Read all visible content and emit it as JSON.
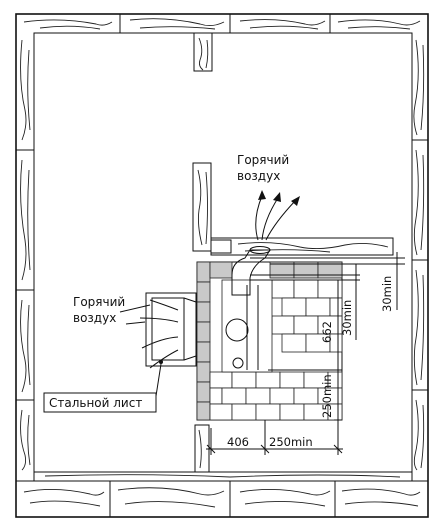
{
  "labels": {
    "hot_air_top_line1": "Горячий",
    "hot_air_top_line2": "воздух",
    "hot_air_left_line1": "Горячий",
    "hot_air_left_line2": "воздух",
    "steel_sheet": "Стальной лист"
  },
  "dimensions": {
    "clearance_top": "30min",
    "clearance_side": "30min",
    "height": "662",
    "base_clearance": "250min",
    "width": "406",
    "front_clearance": "250min"
  },
  "colors": {
    "line": "#111111",
    "insulation_gray": "#c9c9c9",
    "background": "#ffffff"
  }
}
